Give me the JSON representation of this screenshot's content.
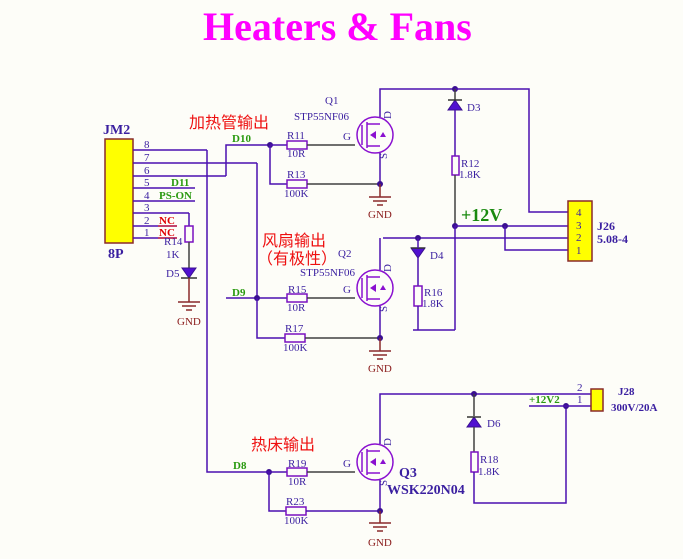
{
  "title": "Heaters &  Fans",
  "connectors": {
    "jm2": {
      "ref": "JM2",
      "value": "8P",
      "pins": [
        "8",
        "7",
        "6",
        "5",
        "4",
        "3",
        "2",
        "1"
      ],
      "pin_nets": {
        "5": "D11",
        "4": "PS-ON",
        "2": "NC",
        "1": "NC"
      }
    },
    "j26": {
      "ref": "J26",
      "value": "5.08-4",
      "pins": [
        "4",
        "3",
        "2",
        "1"
      ]
    },
    "j28": {
      "ref": "J28",
      "value": "300V/20A",
      "pins": [
        "2",
        "1"
      ]
    }
  },
  "sections": {
    "heater": {
      "label": "加热管输出"
    },
    "fan": {
      "label": "风扇输出",
      "note": "（有极性）"
    },
    "bed": {
      "label": "热床输出"
    }
  },
  "nets": {
    "d10": "D10",
    "d9": "D9",
    "d8": "D8",
    "v12": "+12V",
    "v12_2": "+12V2",
    "gnd": "GND"
  },
  "transistors": {
    "q1": {
      "ref": "Q1",
      "part": "STP55NF06"
    },
    "q2": {
      "ref": "Q2",
      "part": "STP55NF06"
    },
    "q3": {
      "ref": "Q3",
      "part": "WSK220N04"
    },
    "pin_g": "G",
    "pin_d": "D",
    "pin_s": "S"
  },
  "resistors": {
    "r11": {
      "ref": "R11",
      "value": "10R"
    },
    "r13": {
      "ref": "R13",
      "value": "100K"
    },
    "r12": {
      "ref": "R12",
      "value": "1.8K"
    },
    "r14": {
      "ref": "R14",
      "value": "1K"
    },
    "r15": {
      "ref": "R15",
      "value": "10R"
    },
    "r17": {
      "ref": "R17",
      "value": "100K"
    },
    "r16": {
      "ref": "R16",
      "value": "1.8K"
    },
    "r19": {
      "ref": "R19",
      "value": "10R"
    },
    "r23": {
      "ref": "R23",
      "value": "100K"
    },
    "r18": {
      "ref": "R18",
      "value": "1.8K"
    }
  },
  "leds": {
    "d3": "D3",
    "d4": "D4",
    "d5": "D5",
    "d6": "D6"
  },
  "colors": {
    "title": "#ff00ff",
    "wire": "#4b10b0",
    "net_label": "#2a9a10",
    "nc_label": "#e00000",
    "chinese_label": "#ee1010",
    "connector_fill": "#ffff00"
  }
}
